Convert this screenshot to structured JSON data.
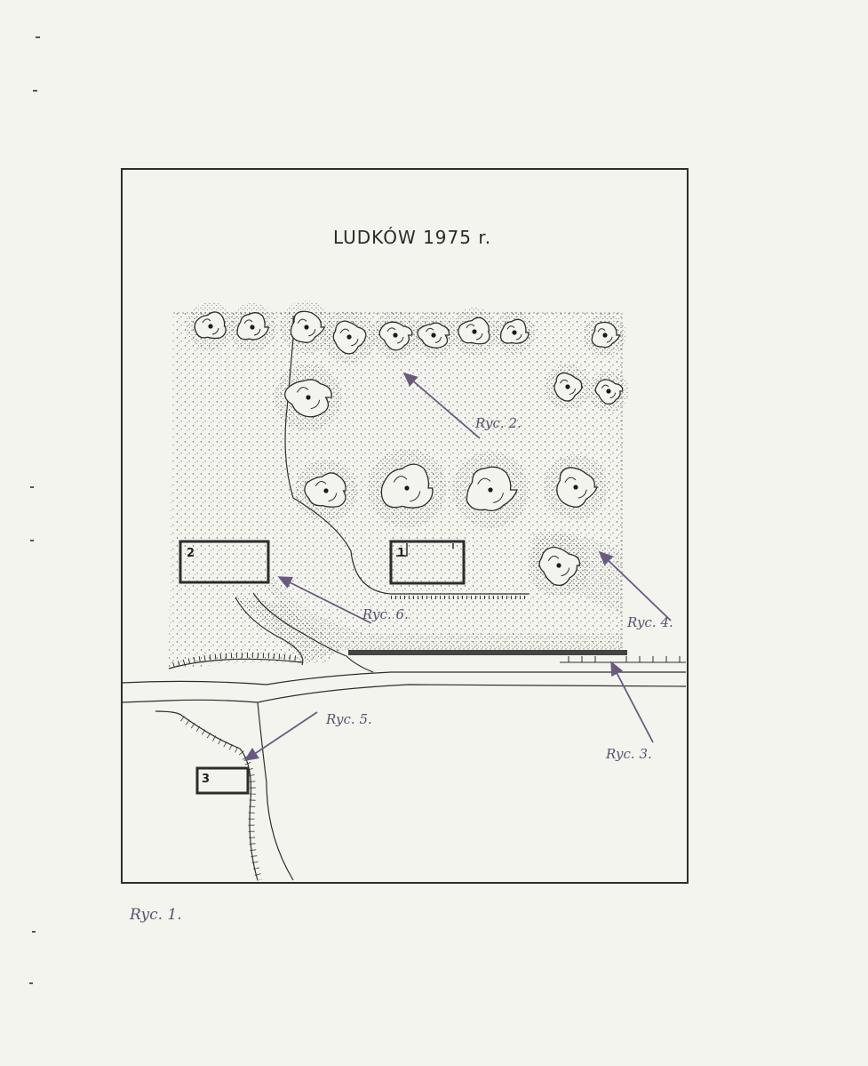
{
  "diagram": {
    "title": "LUDKÓW 1975 r.",
    "figure_label": "Ryc. 1.",
    "callouts": [
      {
        "id": "ryc2",
        "label": "Ryc. 2."
      },
      {
        "id": "ryc3",
        "label": "Ryc. 3."
      },
      {
        "id": "ryc4",
        "label": "Ryc. 4."
      },
      {
        "id": "ryc5",
        "label": "Ryc. 5."
      },
      {
        "id": "ryc6",
        "label": "Ryc. 6."
      }
    ],
    "buildings": [
      {
        "id": "b1",
        "label": "1"
      },
      {
        "id": "b2",
        "label": "2"
      },
      {
        "id": "b3",
        "label": "3"
      }
    ],
    "colors": {
      "ink": "#2d2d2d",
      "arrow": "#6a5a80",
      "paper": "#f3f4ee"
    }
  }
}
